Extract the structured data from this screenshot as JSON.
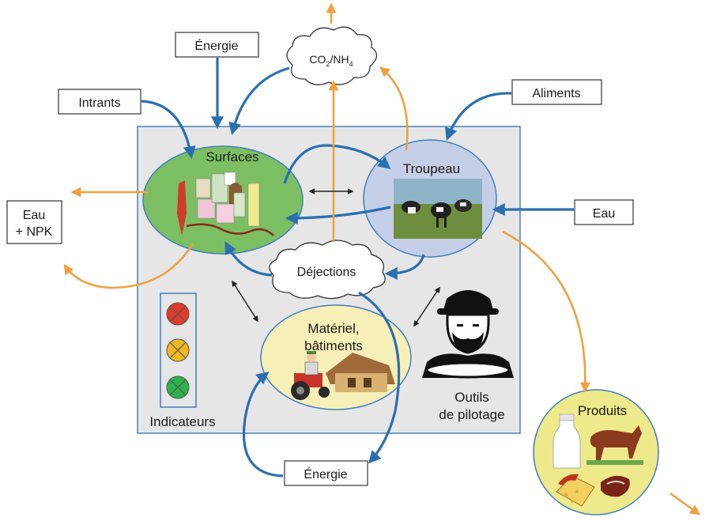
{
  "inputs": {
    "energie_top": "Énergie",
    "intrants": "Intrants",
    "aliments": "Aliments",
    "eau_in": "Eau",
    "energie_bottom": "Énergie"
  },
  "outputs": {
    "eau_npk_line1": "Eau",
    "eau_npk_line2": "+ NPK",
    "gas_co2": "CO",
    "gas_sub2": "2",
    "gas_nh": "/NH",
    "gas_sub4": "4"
  },
  "nodes": {
    "surfaces": "Surfaces",
    "troupeau": "Troupeau",
    "dejections": "Déjections",
    "materiel_line1": "Matériel,",
    "materiel_line2": "bâtiments",
    "outils_line1": "Outils",
    "outils_line2": "de pilotage",
    "indicateurs": "Indicateurs",
    "produits": "Produits"
  },
  "colors": {
    "blue_arrow": "#2a6fb0",
    "orange_arrow": "#f0a040",
    "system_bg": "#e6e6e6",
    "system_border": "#4a80b8",
    "surfaces_fill": "#7cbf63",
    "troupeau_fill": "#c6cfe8",
    "materiel_fill": "#f7efb8",
    "produits_fill": "#eee98a",
    "light_red": "#e03a2a",
    "light_yellow": "#f0b820",
    "light_green": "#2db34a"
  }
}
